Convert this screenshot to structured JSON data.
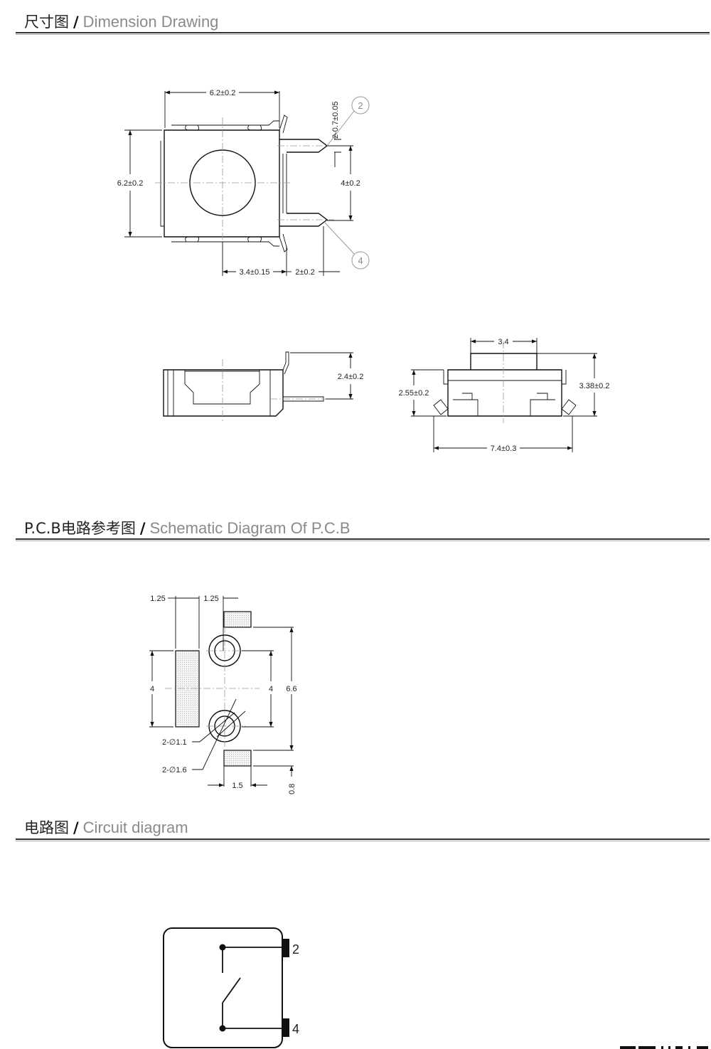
{
  "sections": {
    "dimension": {
      "zh": "尺寸图",
      "en": "Dimension Drawing"
    },
    "pcb": {
      "zh": "P.C.B电路参考图",
      "en": "Schematic Diagram Of P.C.B"
    },
    "circuit": {
      "zh": "电路图",
      "en": "Circuit diagram"
    },
    "separator": "/"
  },
  "top_view": {
    "width": "6.2±0.2",
    "height": "6.2±0.2",
    "pin_width": "2-0.7±0.05",
    "pin_pitch": "4±0.2",
    "offset_a": "3.4±0.15",
    "offset_b": "2±0.2",
    "callout_top": "2",
    "callout_bottom": "4"
  },
  "side_view": {
    "height": "2.4±0.2"
  },
  "front_view": {
    "cap_width": "3.4",
    "body_height": "2.55±0.2",
    "total_height": "3.38±0.2",
    "total_width": "7.4±0.3"
  },
  "pcb": {
    "w1": "1.25",
    "w2": "1.25",
    "left_h": "4",
    "right_h": "4",
    "total_h": "6.6",
    "hole_small": "2-∅1.1",
    "hole_large": "2-∅1.6",
    "pad_w": "1.5",
    "pad_h": "0.8"
  },
  "circuit": {
    "pin_top": "2",
    "pin_bottom": "4"
  },
  "colors": {
    "line": "#111111",
    "center_line": "#999999",
    "heading_en": "#8a8a8a"
  }
}
